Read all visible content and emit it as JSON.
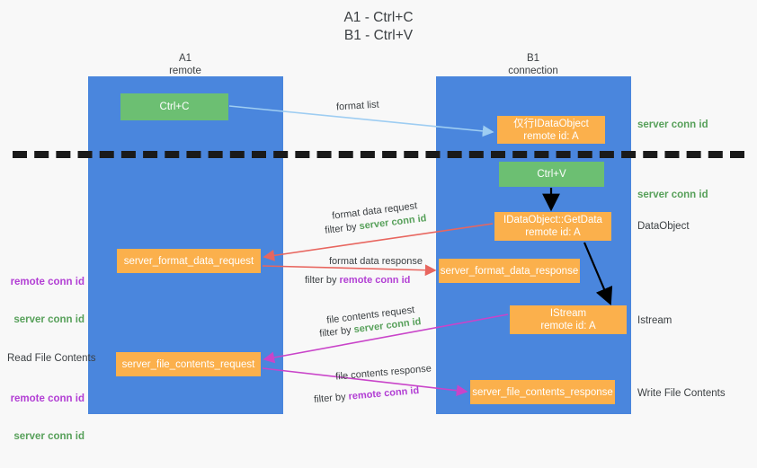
{
  "title": "A1 - Ctrl+C\nB1 - Ctrl+V",
  "columns": {
    "left": {
      "name": "A1",
      "role": "remote",
      "header": "A1\nremote"
    },
    "right": {
      "name": "B1",
      "role": "connection",
      "header": "B1\nconnection"
    }
  },
  "nodes": {
    "ctrl_c": "Ctrl+C",
    "ctrl_v": "Ctrl+V",
    "data_object_source": "仅行IDataObject\nremote id: A",
    "get_data": "IDataObject::GetData\nremote id: A",
    "istream": "IStream\nremote id: A",
    "server_format_data_request": "server_format_data_request",
    "server_format_data_response": "server_format_data_response",
    "server_file_contents_request": "server_file_contents_request",
    "server_file_contents_response": "server_file_contents_response"
  },
  "edges": {
    "format_list": "format list",
    "format_data_request": "format data request",
    "format_data_request_filter_prefix": "filter by ",
    "format_data_request_filter_value": "server conn id",
    "format_data_response": "format data response",
    "format_data_response_filter_prefix": "filter by ",
    "format_data_response_filter_value": "remote conn id",
    "file_contents_request": "file contents request",
    "file_contents_request_filter_prefix": "filter by ",
    "file_contents_request_filter_value": "server conn id",
    "file_contents_response": "file contents response",
    "file_contents_response_filter_prefix": "filter by ",
    "file_contents_response_filter_value": "remote conn id"
  },
  "annotations": {
    "right_server_conn_id_top": "server conn id",
    "right_server_conn_id_mid": "server conn id",
    "right_dataobject": "DataObject",
    "right_istream": "Istream",
    "right_write_file_contents": "Write File Contents",
    "left_remote_conn_id_1": "remote conn id",
    "left_server_conn_id_1": "server conn id",
    "left_read_file_contents": "Read File Contents",
    "left_remote_conn_id_2": "remote conn id",
    "left_server_conn_id_2": "server conn id"
  },
  "colors": {
    "lane": "#4a86dd",
    "node_green": "#6cbf72",
    "node_orange": "#fbb04c",
    "arrow_blue": "#9ecdf2",
    "arrow_red": "#e8665f",
    "arrow_magenta": "#c944c9",
    "arrow_black": "#000000",
    "text_green": "#57a05a",
    "text_purple": "#b23fd4",
    "background": "#f8f8f8"
  }
}
